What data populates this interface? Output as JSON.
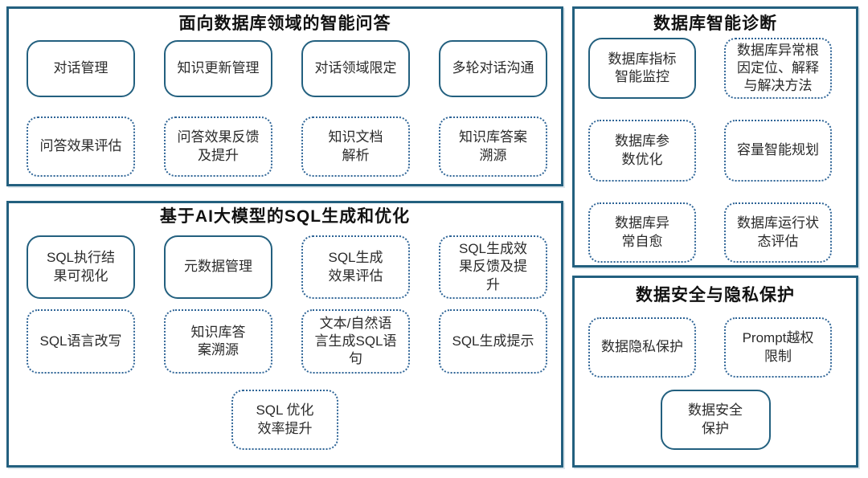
{
  "diagram": {
    "colors": {
      "panel_border": "#23607f",
      "solid_box_border": "#23607f",
      "dotted_box_border": "#2e6496",
      "title_text": "#111111",
      "box_text": "#2b2b2b"
    },
    "panels": {
      "qa": {
        "title": "面向数据库领域的智能问答",
        "boxes": [
          {
            "label": "对话管理",
            "style": "solid"
          },
          {
            "label": "知识更新管理",
            "style": "solid"
          },
          {
            "label": "对话领域限定",
            "style": "solid"
          },
          {
            "label": "多轮对话沟通",
            "style": "solid"
          },
          {
            "label": "问答效果评估",
            "style": "dotted"
          },
          {
            "label": "问答效果反馈\n及提升",
            "style": "dotted"
          },
          {
            "label": "知识文档\n解析",
            "style": "dotted"
          },
          {
            "label": "知识库答案\n溯源",
            "style": "dotted"
          }
        ]
      },
      "sql": {
        "title": "基于AI大模型的SQL生成和优化",
        "boxes": [
          {
            "label": "SQL执行结\n果可视化",
            "style": "solid"
          },
          {
            "label": "元数据管理",
            "style": "solid"
          },
          {
            "label": "SQL生成\n效果评估",
            "style": "dotted"
          },
          {
            "label": "SQL生成效\n果反馈及提\n升",
            "style": "dotted"
          },
          {
            "label": "SQL语言改写",
            "style": "dotted"
          },
          {
            "label": "知识库答\n案溯源",
            "style": "dotted"
          },
          {
            "label": "文本/自然语\n言生成SQL语\n句",
            "style": "dotted"
          },
          {
            "label": "SQL生成提示",
            "style": "dotted"
          },
          {
            "label": "SQL 优化\n效率提升",
            "style": "dotted"
          }
        ]
      },
      "diagnosis": {
        "title": "数据库智能诊断",
        "boxes": [
          {
            "label": "数据库指标\n智能监控",
            "style": "solid"
          },
          {
            "label": "数据库异常根\n因定位、解释\n与解决方法",
            "style": "dotted"
          },
          {
            "label": "数据库参\n数优化",
            "style": "dotted"
          },
          {
            "label": "容量智能规划",
            "style": "dotted"
          },
          {
            "label": "数据库异\n常自愈",
            "style": "dotted"
          },
          {
            "label": "数据库运行状\n态评估",
            "style": "dotted"
          }
        ]
      },
      "security": {
        "title": "数据安全与隐私保护",
        "boxes": [
          {
            "label": "数据隐私保护",
            "style": "dotted"
          },
          {
            "label": "Prompt越权\n限制",
            "style": "dotted"
          },
          {
            "label": "数据安全\n保护",
            "style": "solid"
          }
        ]
      }
    }
  }
}
